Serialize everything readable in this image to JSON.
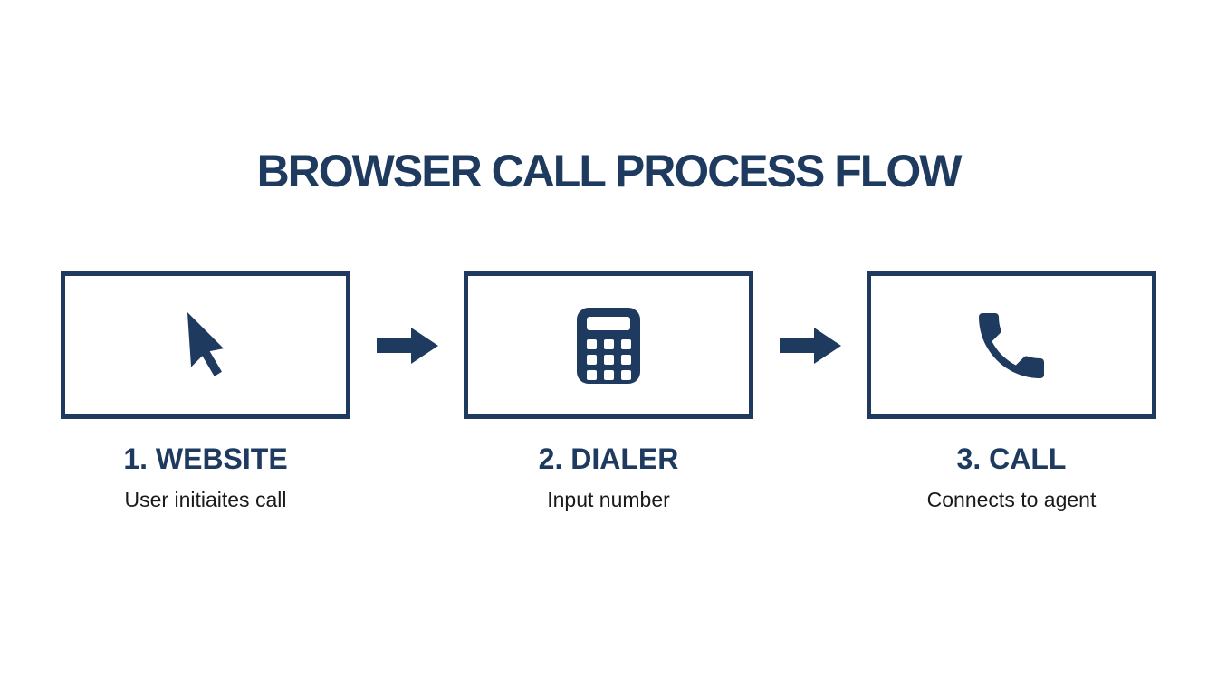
{
  "colors": {
    "accent": "#1e3a5f",
    "text": "#1a1a1a",
    "background": "#ffffff"
  },
  "title": "BROWSER CALL PROCESS FLOW",
  "steps": [
    {
      "label": "1. WEBSITE",
      "description": "User initiaites call",
      "icon": "cursor-icon"
    },
    {
      "label": "2. DIALER",
      "description": "Input number",
      "icon": "dialer-icon"
    },
    {
      "label": "3. CALL",
      "description": "Connects to agent",
      "icon": "phone-icon"
    }
  ],
  "connectors": [
    {
      "icon": "arrow-right-icon"
    },
    {
      "icon": "arrow-right-icon"
    }
  ]
}
